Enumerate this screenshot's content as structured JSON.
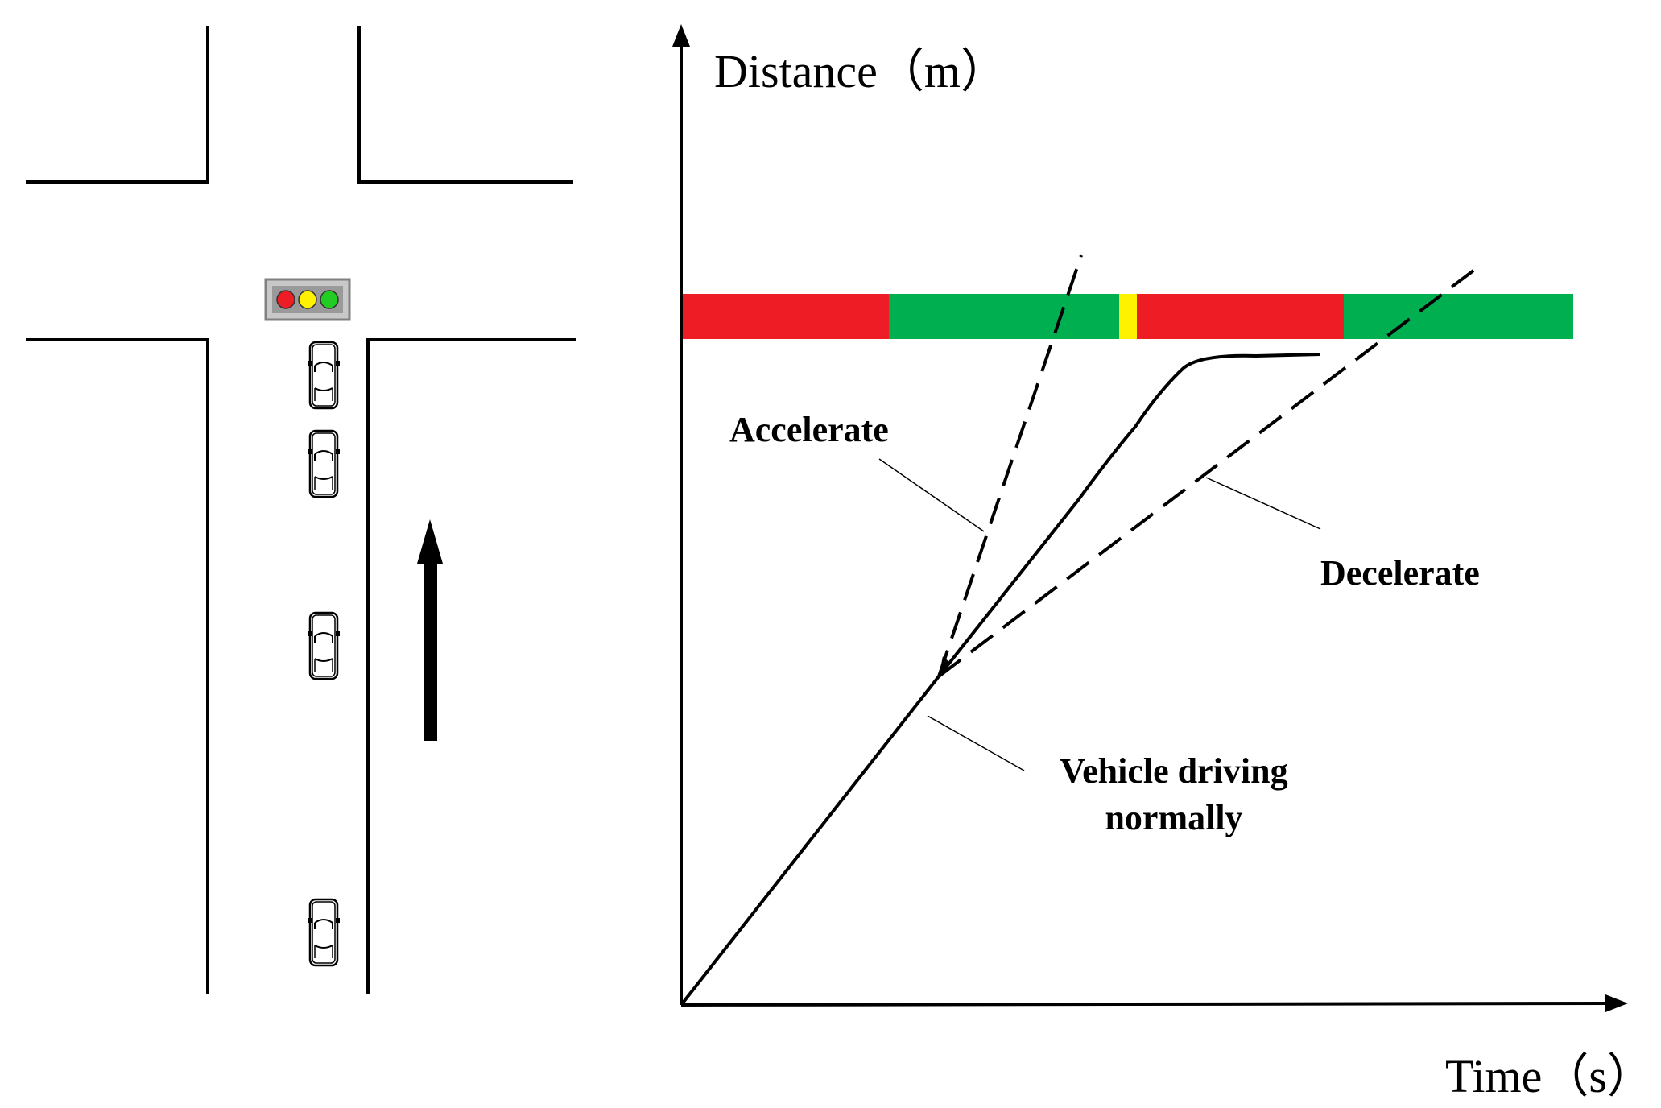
{
  "diagram": {
    "y_axis_title": "Distance（m）",
    "x_axis_title": "Time（s）",
    "labels": {
      "accelerate": "Accelerate",
      "decelerate": "Decelerate",
      "normal_line1": "Vehicle driving",
      "normal_line2": "normally"
    },
    "signal_phases": [
      "red",
      "green",
      "yellow",
      "red",
      "green"
    ],
    "traffic_light": [
      "red",
      "yellow",
      "green"
    ],
    "vehicle_count": 4,
    "direction_arrow": "up-arrow",
    "colors": {
      "red": "#EE1C24",
      "green": "#00B050",
      "yellow": "#FFF200",
      "line": "#000000"
    }
  }
}
